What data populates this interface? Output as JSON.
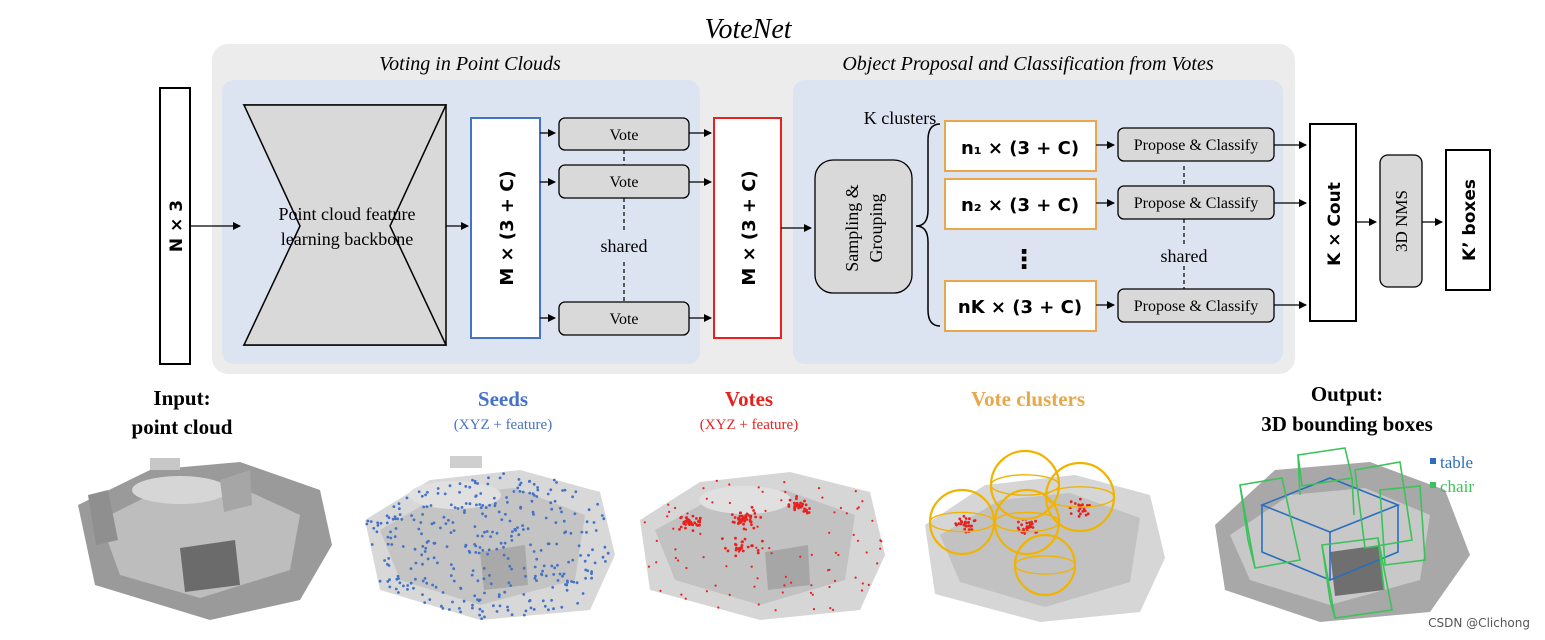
{
  "title": "VoteNet",
  "sections": {
    "voting": "Voting in Point Clouds",
    "proposal": "Object Proposal and Classification from Votes"
  },
  "blocks": {
    "input_dim": "N × 3",
    "backbone_line1": "Point cloud feature",
    "backbone_line2": "learning backbone",
    "seeds_dim": "M × (3 + C)",
    "votes_dim": "M × (3 + C)",
    "vote_label": "Vote",
    "shared_label": "shared",
    "k_clusters": "K clusters",
    "sampling_line1": "Sampling &",
    "sampling_line2": "Grouping",
    "cluster1": "n₁ × (3 + C)",
    "cluster2": "n₂ × (3 + C)",
    "clusterK": "nK × (3 + C)",
    "ellipsis": "⋮",
    "propose_label": "Propose & Classify",
    "shared_label2": "shared",
    "kcout": "K × Cout",
    "nms": "3D NMS",
    "kboxes": "K’ boxes"
  },
  "captions": {
    "input_line1": "Input:",
    "input_line2": "point cloud",
    "seeds": "Seeds",
    "seeds_sub": "(XYZ + feature)",
    "votes": "Votes",
    "votes_sub": "(XYZ + feature)",
    "clusters": "Vote clusters",
    "output_line1": "Output:",
    "output_line2": "3D bounding boxes"
  },
  "legend": {
    "table": "table",
    "chair": "chair"
  },
  "watermark": "CSDN @Clichong",
  "colors": {
    "outer_panel": "#ececec",
    "inner_panel": "#dce4f2",
    "seeds_blue": "#4472c4",
    "votes_red": "#e8201e",
    "cluster_orange": "#e8a84a",
    "cluster_ring": "#f0b400",
    "table_blue": "#2a6ebd",
    "chair_green": "#3cc25a"
  }
}
